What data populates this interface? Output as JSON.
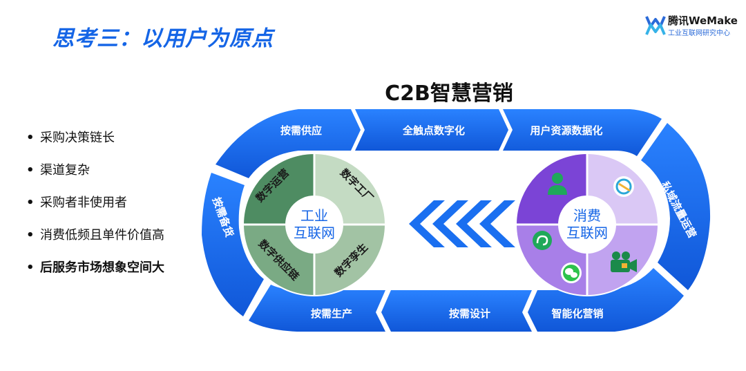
{
  "slide": {
    "title": "思考三：以用户为原点",
    "logo_brand": "腾讯WeMake",
    "logo_sub": "工业互联网研究中心",
    "heading": "C2B智慧营销"
  },
  "bullets": [
    "采购决策链长",
    "渠道复杂",
    "采购者非使用者",
    "消费低频且单件价值高",
    "后服务市场想象空间大"
  ],
  "loop_segments": {
    "top_left": "按需供应",
    "top_mid": "全触点数字化",
    "top_right": "用户资源数据化",
    "right": "私域流量运营",
    "bottom_right": "智能化营销",
    "bottom_mid": "按需设计",
    "bottom_left": "按需生产",
    "left": "按需备货"
  },
  "left_circle": {
    "center_line1": "工业",
    "center_line2": "互联网",
    "q_top_left": "数字运营",
    "q_top_right": "数字工厂",
    "q_bottom_left": "数字供应链",
    "q_bottom_right": "数字孪生"
  },
  "right_circle": {
    "center_line1": "消费",
    "center_line2": "互联网",
    "icons": [
      "person-icon",
      "chat-bubble-icon",
      "mini-program-icon",
      "wechat-icon",
      "video-camera-icon"
    ]
  },
  "colors": {
    "title_blue": "#1565e6",
    "loop_blue": "#1a6ff0",
    "green_dark": "#4e8c62",
    "green_mid": "#7aaa84",
    "green_light": "#c4dbc3",
    "purple_dark": "#7b44d6",
    "purple_mid": "#a87fe8",
    "purple_light": "#dac8f5"
  }
}
